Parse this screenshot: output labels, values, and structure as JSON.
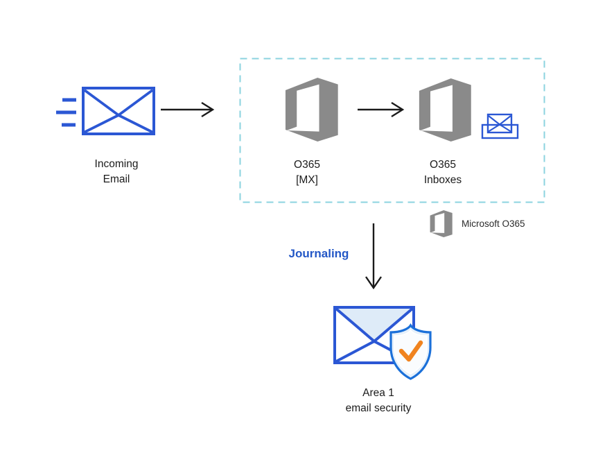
{
  "nodes": {
    "incoming_email": {
      "line1": "Incoming",
      "line2": "Email"
    },
    "o365_mx": {
      "line1": "O365",
      "line2": "[MX]"
    },
    "o365_inboxes": {
      "line1": "O365",
      "line2": "Inboxes"
    },
    "area1": {
      "line1": "Area 1",
      "line2": "email security"
    }
  },
  "flow_labels": {
    "journaling": "Journaling"
  },
  "legend": {
    "label": "Microsoft O365"
  },
  "icons": {
    "incoming_email": "envelope-with-speed-lines",
    "o365": "microsoft-office-365-logo",
    "inboxes": "envelope-in-tray",
    "area1": "envelope-with-shield-and-check",
    "flow": "thin-black-open-arrow"
  },
  "colors": {
    "blue": "#2B57D4",
    "shield_blue": "#1B70D9",
    "dash_border": "#8BD3DF",
    "logo_gray": "#8A8A8A",
    "orange": "#F0831F",
    "journaling_blue": "#2357C6",
    "light_blue_fill": "#E7F1FB",
    "flap_fill": "#DEEBF8",
    "envelope_body_fill": "#F7FAFE",
    "arrow": "#1A1A1A",
    "text": "#1B1B1B",
    "legend_text": "#2B2B2B",
    "background": "#FFFFFF"
  }
}
